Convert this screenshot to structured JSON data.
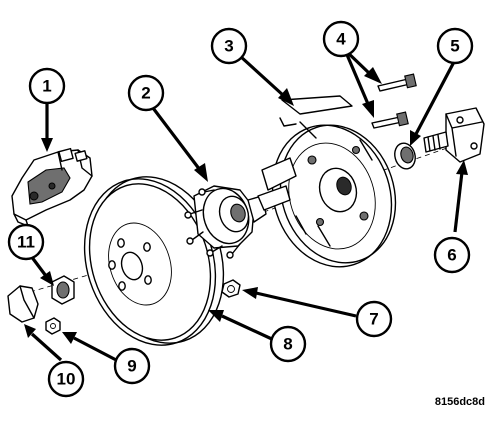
{
  "figure_code": "8156dc8d",
  "callouts": {
    "c1": "1",
    "c2": "2",
    "c3": "3",
    "c4": "4",
    "c5": "5",
    "c6": "6",
    "c7": "7",
    "c8": "8",
    "c9": "9",
    "c10": "10",
    "c11": "11"
  }
}
